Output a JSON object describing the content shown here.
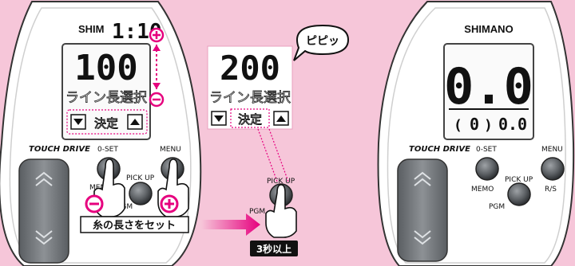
{
  "left_unit": {
    "brand": "SHIM",
    "mode_digits": "1:10",
    "main_value": "100",
    "menu_label": "ライン長選択",
    "confirm_label": "決定",
    "logo": "TOUCH DRIVE",
    "btn_oset": "0-SET",
    "btn_menu": "MENU",
    "btn_pickup": "PICK UP",
    "btn_memo": "MEMO",
    "btn_pgm": "PGM",
    "plus_icon": "⊕",
    "minus_icon": "⊖",
    "caption": "糸の長さをセット"
  },
  "middle": {
    "main_value": "200",
    "menu_label": "ライン長選択",
    "confirm_label": "決定",
    "beep": "ピピッ",
    "btn_pickup": "PICK UP",
    "btn_pgm": "PGM",
    "hold_label": "3秒以上"
  },
  "right_unit": {
    "brand": "SHIMANO",
    "main_value": "0.0",
    "sub_left": "0",
    "sub_right": "0.0",
    "logo": "TOUCH DRIVE",
    "btn_oset": "0-SET",
    "btn_menu": "MENU",
    "btn_pickup": "PICK UP",
    "btn_memo": "MEMO",
    "btn_rs": "R/S",
    "btn_pgm": "PGM"
  },
  "colors": {
    "background": "#f6c6d9",
    "accent": "#e6007e",
    "button_face": "#6b6f73"
  }
}
